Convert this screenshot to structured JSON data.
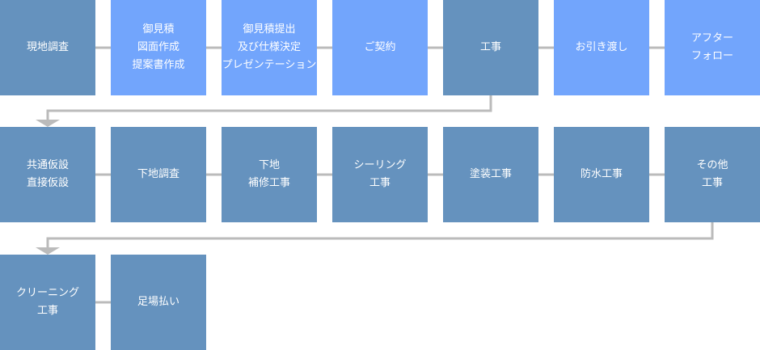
{
  "colors": {
    "completed_step": "#6592be",
    "customer_step": "#72a5fc",
    "connector": "#bbbbbb"
  },
  "rows": [
    [
      {
        "label": "現地調査",
        "style": "dark"
      },
      {
        "label": "御見積\n図面作成\n提案書作成",
        "style": "light"
      },
      {
        "label": "御見積提出\n及び仕様決定\nプレゼンテーション",
        "style": "light"
      },
      {
        "label": "ご契約",
        "style": "light"
      },
      {
        "label": "工事",
        "style": "dark"
      },
      {
        "label": "お引き渡し",
        "style": "light"
      },
      {
        "label": "アフター\nフォロー",
        "style": "light"
      }
    ],
    [
      {
        "label": "共通仮設\n直接仮設",
        "style": "dark"
      },
      {
        "label": "下地調査",
        "style": "dark"
      },
      {
        "label": "下地\n補修工事",
        "style": "dark"
      },
      {
        "label": "シーリング\n工事",
        "style": "dark"
      },
      {
        "label": "塗装工事",
        "style": "dark"
      },
      {
        "label": "防水工事",
        "style": "dark"
      },
      {
        "label": "その他\n工事",
        "style": "dark"
      }
    ],
    [
      {
        "label": "クリーニング\n工事",
        "style": "dark"
      },
      {
        "label": "足場払い",
        "style": "dark"
      }
    ]
  ]
}
